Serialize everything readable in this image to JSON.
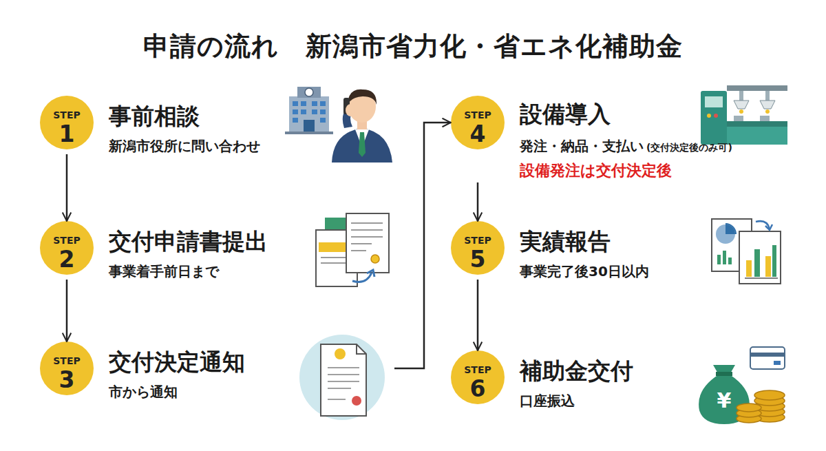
{
  "diagram": {
    "title": "申請の流れ　新潟市省力化・省エネ化補助金",
    "nodes": [
      {
        "text": [
          "STEP 1",
          "事前相談",
          "新潟市役所に問い合わせ"
        ]
      },
      {
        "text": [
          "STEP 2",
          "交付申請書提出",
          "事業着手前日まで"
        ]
      },
      {
        "text": [
          "STEP 3",
          "交付決定通知",
          "市から通知"
        ]
      },
      {
        "text": [
          "STEP 4",
          "設備導入",
          "発注・納品・支払い",
          "(交付決定後のみ可)",
          "設備発注は交付決定後"
        ]
      },
      {
        "text": [
          "STEP 5",
          "実績報告",
          "事業完了後30日以内"
        ]
      },
      {
        "text": [
          "STEP 6",
          "補助金交付",
          "口座振込"
        ]
      }
    ],
    "edges": [
      {
        "from": 0,
        "to": 1,
        "arrow": "to"
      },
      {
        "from": 1,
        "to": 2,
        "arrow": "to"
      },
      {
        "from": 2,
        "to": 3,
        "arrow": "to"
      },
      {
        "from": 3,
        "to": 4,
        "arrow": "to"
      },
      {
        "from": 4,
        "to": 5,
        "arrow": "to"
      }
    ]
  }
}
